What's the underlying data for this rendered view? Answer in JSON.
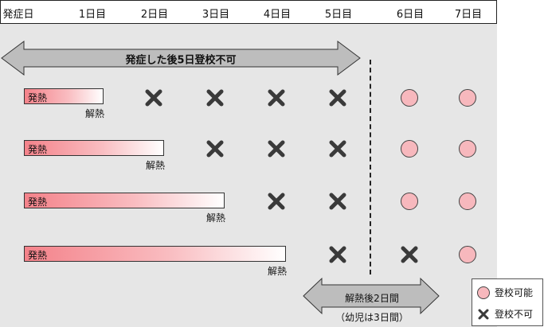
{
  "header": {
    "columns": [
      "発症日",
      "1日目",
      "2日目",
      "3日目",
      "4日目",
      "5日目",
      "6日目",
      "7日目"
    ]
  },
  "top_arrow": {
    "label": "発症した後5日登校不可"
  },
  "rows": [
    {
      "fever_label": "発熱",
      "resolve_label": "解熱",
      "fever_end_day": 1,
      "marks": [
        "cross",
        "cross",
        "cross",
        "cross",
        "circle",
        "circle"
      ]
    },
    {
      "fever_label": "発熱",
      "resolve_label": "解熱",
      "fever_end_day": 2,
      "marks": [
        "cross",
        "cross",
        "cross",
        "circle",
        "circle"
      ]
    },
    {
      "fever_label": "発熱",
      "resolve_label": "解熱",
      "fever_end_day": 3,
      "marks": [
        "cross",
        "cross",
        "circle",
        "circle"
      ]
    },
    {
      "fever_label": "発熱",
      "resolve_label": "解熱",
      "fever_end_day": 4,
      "marks": [
        "cross",
        "cross",
        "circle"
      ]
    }
  ],
  "bottom_arrow": {
    "line1": "解熱後2日間",
    "line2": "（幼児は3日間）"
  },
  "legend": {
    "ok_label": "登校可能",
    "ng_label": "登校不可"
  },
  "colors": {
    "panel": "#e6e6e6",
    "circle": "#f7b8bd",
    "cross": "#3a3a3a",
    "arrow": "#bdbdbd"
  }
}
